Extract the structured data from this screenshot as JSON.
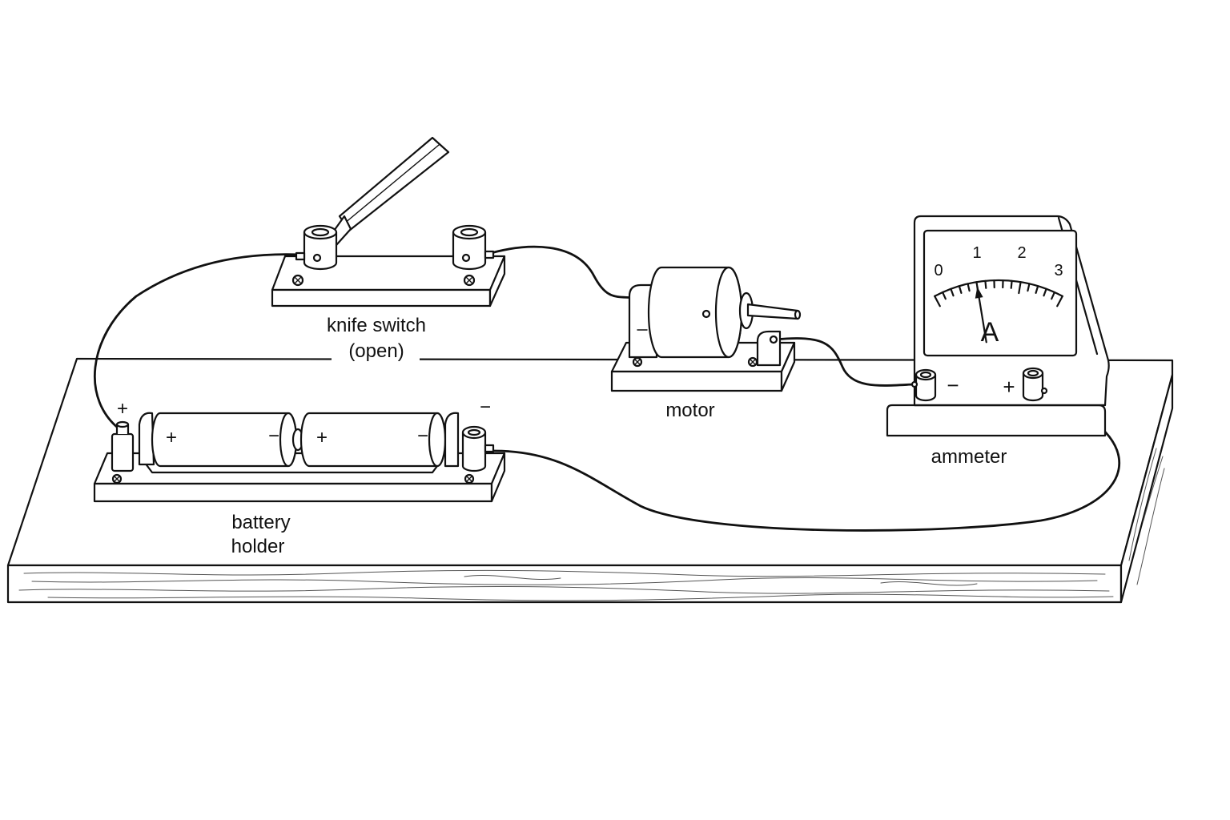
{
  "labels": {
    "knife_switch": "knife switch",
    "switch_state": "(open)",
    "motor": "motor",
    "ammeter": "ammeter",
    "battery_holder_line1": "battery",
    "battery_holder_line2": "holder"
  },
  "battery_holder": {
    "terminal_positive": "+",
    "terminal_negative": "−",
    "cell1_positive": "+",
    "cell1_negative": "−",
    "cell2_positive": "+",
    "cell2_negative": "−"
  },
  "ammeter": {
    "scale_ticks": [
      "0",
      "1",
      "2",
      "3"
    ],
    "unit_symbol": "A",
    "terminal_negative": "−",
    "terminal_positive": "+",
    "scale_min": 0,
    "scale_max": 3,
    "needle_value": 1
  }
}
